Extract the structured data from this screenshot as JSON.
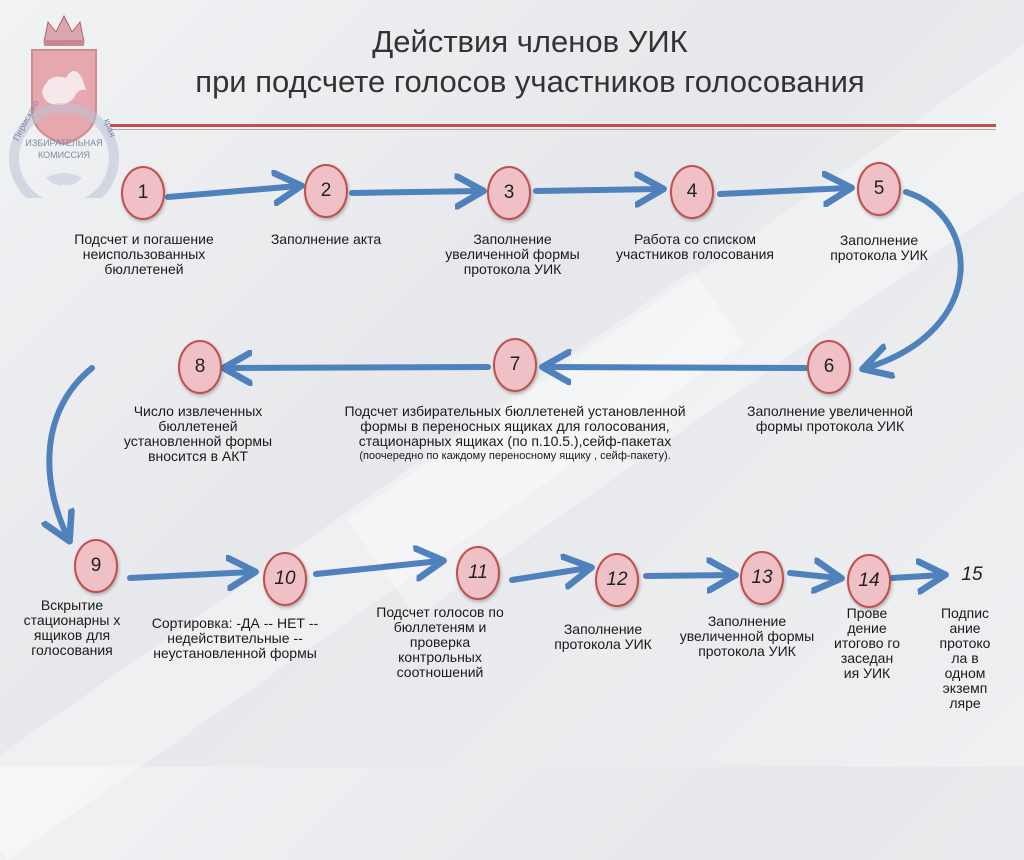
{
  "title": {
    "line1": "Действия членов УИК",
    "line2": "при подсчете голосов участников голосования"
  },
  "emblem": {
    "ring_left": "Пермского",
    "ring_right": "края",
    "line1": "ИЗБИРАТЕЛЬНАЯ",
    "line2": "КОМИССИЯ"
  },
  "colors": {
    "accent": "#c0504d",
    "node_fill": "#efc1c6",
    "arrow": "#4f81bd"
  },
  "steps": [
    {
      "num": "1",
      "text": "Подсчет и погашение неиспользованных бюллетеней"
    },
    {
      "num": "2",
      "text": "Заполнение акта"
    },
    {
      "num": "3",
      "text": "Заполнение увеличенной формы протокола УИК"
    },
    {
      "num": "4",
      "text": "Работа со списком участников голосования"
    },
    {
      "num": "5",
      "text": "Заполнение протокола УИК"
    },
    {
      "num": "6",
      "text": "Заполнение увеличенной формы протокола УИК"
    },
    {
      "num": "7",
      "text": "Подсчет избирательных бюллетеней установленной формы в переносных ящиках для голосования, стационарных ящиках (по п.10.5.),сейф-пакетах",
      "note": "(поочередно по каждому переносному ящику , сейф-пакету)."
    },
    {
      "num": "8",
      "text": "Число извлеченных бюллетеней установленной формы вносится в АКТ"
    },
    {
      "num": "9",
      "text": "Вскрытие стационарны х ящиков для голосования"
    },
    {
      "num": "10",
      "text": "Сортировка: -ДА -- НЕТ -- недействительные -- неустановленной формы"
    },
    {
      "num": "11",
      "text": "Подсчет голосов по бюллетеням и проверка контрольных соотношений"
    },
    {
      "num": "12",
      "text": "Заполнение протокола УИК"
    },
    {
      "num": "13",
      "text": "Заполнение увеличенной формы протокола УИК"
    },
    {
      "num": "14",
      "text": "Прове дение итогово го заседан ия УИК"
    },
    {
      "num": "15",
      "text": "Подпис ание протоко ла в одном экземп ляре"
    }
  ]
}
